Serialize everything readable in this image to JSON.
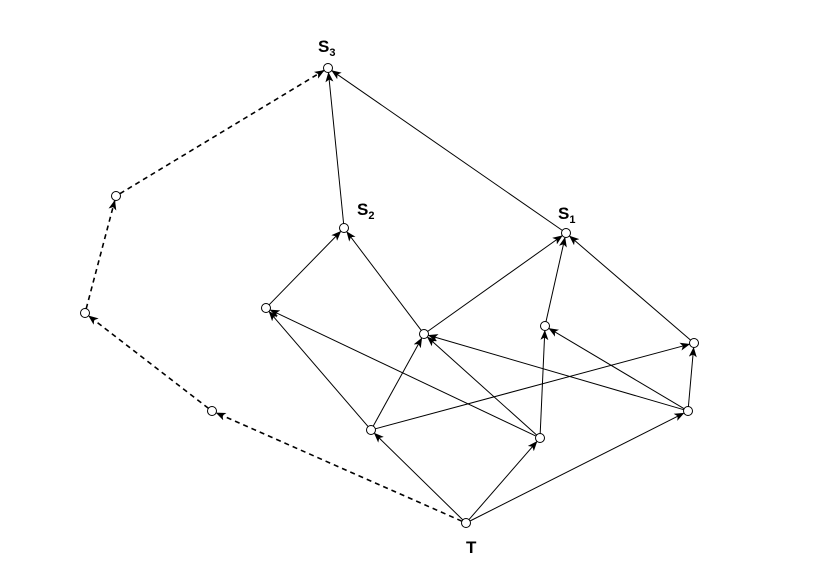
{
  "diagram": {
    "labels": {
      "s3": {
        "main": "S",
        "sub": "3"
      },
      "s2": {
        "main": "S",
        "sub": "2"
      },
      "s1": {
        "main": "S",
        "sub": "1"
      },
      "t": {
        "main": "T",
        "sub": ""
      }
    },
    "colors": {
      "stroke": "#000000",
      "node_fill": "#ffffff"
    },
    "nodes": [
      "S3",
      "S2",
      "S1",
      "T",
      "A",
      "B",
      "C",
      "D",
      "E",
      "F",
      "G",
      "H",
      "P1",
      "P2",
      "P3"
    ],
    "edges": [
      {
        "from": "S2",
        "to": "S3",
        "style": "solid"
      },
      {
        "from": "S1",
        "to": "S3",
        "style": "solid"
      },
      {
        "from": "A",
        "to": "S2",
        "style": "solid"
      },
      {
        "from": "B",
        "to": "S2",
        "style": "solid"
      },
      {
        "from": "B",
        "to": "S1",
        "style": "solid"
      },
      {
        "from": "C",
        "to": "S1",
        "style": "solid"
      },
      {
        "from": "D",
        "to": "S1",
        "style": "solid"
      },
      {
        "from": "E",
        "to": "A",
        "style": "solid"
      },
      {
        "from": "E",
        "to": "B",
        "style": "solid"
      },
      {
        "from": "E",
        "to": "D",
        "style": "solid"
      },
      {
        "from": "F",
        "to": "A",
        "style": "solid"
      },
      {
        "from": "F",
        "to": "B",
        "style": "solid"
      },
      {
        "from": "F",
        "to": "C",
        "style": "solid"
      },
      {
        "from": "G",
        "to": "B",
        "style": "solid"
      },
      {
        "from": "G",
        "to": "C",
        "style": "solid"
      },
      {
        "from": "G",
        "to": "D",
        "style": "solid"
      },
      {
        "from": "T",
        "to": "E",
        "style": "solid"
      },
      {
        "from": "T",
        "to": "F",
        "style": "solid"
      },
      {
        "from": "T",
        "to": "G",
        "style": "solid"
      },
      {
        "from": "T",
        "to": "P3",
        "style": "dashed"
      },
      {
        "from": "P3",
        "to": "P2",
        "style": "dashed"
      },
      {
        "from": "P2",
        "to": "P1",
        "style": "dashed"
      },
      {
        "from": "P1",
        "to": "S3",
        "style": "dashed"
      }
    ]
  }
}
